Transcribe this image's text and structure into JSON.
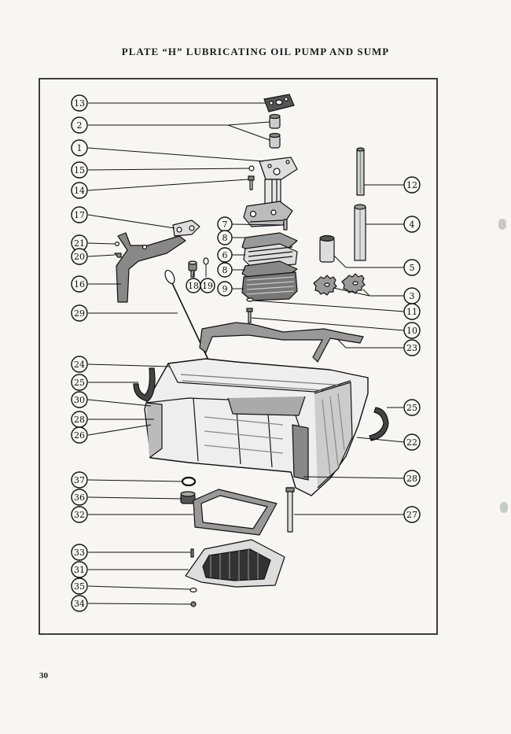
{
  "page": {
    "title": "PLATE “H” LUBRICATING OIL PUMP AND SUMP",
    "page_number": "30"
  },
  "diagram": {
    "left_callouts": [
      "13",
      "2",
      "1",
      "15",
      "14",
      "17",
      "21",
      "20",
      "16",
      "29",
      "24",
      "25",
      "30",
      "28",
      "26",
      "37",
      "36",
      "32",
      "33",
      "31",
      "35",
      "34"
    ],
    "center_callouts": [
      "7",
      "8",
      "6",
      "8",
      "9",
      "18",
      "19"
    ],
    "right_callouts": [
      "12",
      "4",
      "5",
      "3",
      "11",
      "10",
      "23",
      "25",
      "22",
      "28",
      "27"
    ]
  },
  "colors": {
    "ink": "#111111",
    "paper": "#f7f6f2"
  }
}
